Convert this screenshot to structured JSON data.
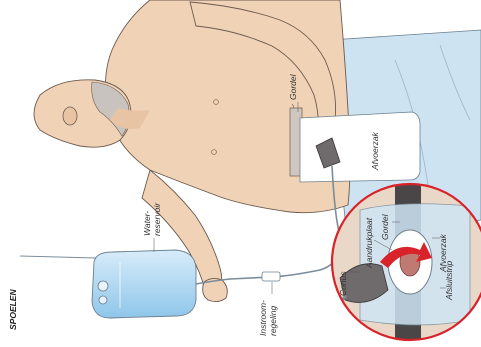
{
  "title": "SPOELEN",
  "labels": {
    "gordel_top": "Gordel",
    "afvoerzak_top": "Afvoerzak",
    "water_reservoir_line1": "Water-",
    "water_reservoir_line2": "reservoir",
    "instroom_line1": "Instroom-",
    "instroom_line2": "regeling",
    "conus": "Conus",
    "aandrukplaat": "Aandrukplaat",
    "gordel_detail": "Gordel",
    "afvoerzak_detail": "Afvoerzak",
    "afsluitstrip": "Afsluitstrip"
  },
  "colors": {
    "skin": "#f0d2b6",
    "skin_shadow": "#dcb899",
    "outline": "#6b5a4e",
    "pants": "#cde3f2",
    "bag": "#ffffff",
    "belt": "#4a4547",
    "water": "#a9d3f0",
    "accent_red": "#d8232a",
    "detail_bg": "#a89a8c"
  }
}
